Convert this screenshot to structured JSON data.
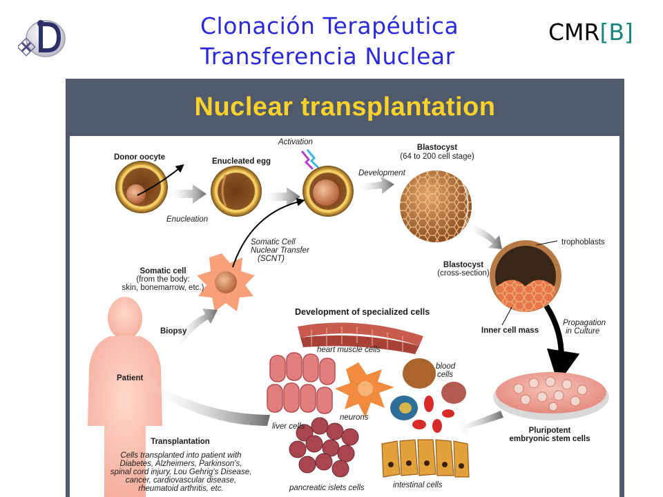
{
  "slide": {
    "title_line1": "Clonación Terapéutica",
    "title_line2": "Transferencia Nuclear",
    "brand_prefix": "CMR",
    "brand_bracketed": "[B]"
  },
  "figure": {
    "heading": "Nuclear transplantation",
    "labels": {
      "donor_oocyte": "Donor oocyte",
      "enucleated_egg": "Enucleated egg",
      "activation": "Activation",
      "enucleation": "Enucleation",
      "development": "Development",
      "blastocyst_title": "Blastocyst",
      "blastocyst_stage": "(64 to 200 cell stage)",
      "somatic_transfer_1": "Somatic Cell",
      "somatic_transfer_2": "Nuclear Transfer",
      "somatic_transfer_3": "(SCNT)",
      "somatic_cell": "Somatic cell",
      "somatic_from_1": "(from the body:",
      "somatic_from_2": "skin, bonemarrow, etc.)",
      "trophoblasts": "trophoblasts",
      "blastocyst_cs_title": "Blastocyst",
      "blastocyst_cs_sub": "(cross-section)",
      "biopsy": "Biopsy",
      "development_specialized": "Development of specialized cells",
      "inner_cell_mass": "Inner cell mass",
      "propagation_1": "Propagation",
      "propagation_2": "in Culture",
      "heart_muscle_cells": "heart muscle cells",
      "patient": "Patient",
      "blood_cells_1": "blood",
      "blood_cells_2": "cells",
      "neurons": "neurons",
      "liver_cells": "liver cells",
      "pluripotent_1": "Pluripotent",
      "pluripotent_2": "embryonic stem cells",
      "transplantation": "Transplantation",
      "transplant_desc_1": "Cells transplanted into patient with",
      "transplant_desc_2": "Diabetes, Alzheimers, Parkinson's,",
      "transplant_desc_3": "spinal cord injury, Lou Gehrig's Disease,",
      "transplant_desc_4": "cancer, cardiovascular disease,",
      "transplant_desc_5": "rheumatoid arthritis, etc.",
      "pancreatic_islets_cells": "pancreatic islets cells",
      "intestinal_cells": "intestinal cells"
    }
  },
  "colors": {
    "title_blue": "#2a2adc",
    "brand_teal": "#18847e",
    "panel_slate": "#4f5a6c",
    "heading_yellow": "#ffd22a"
  },
  "icons": {
    "logo": "disability-logo-icon"
  }
}
